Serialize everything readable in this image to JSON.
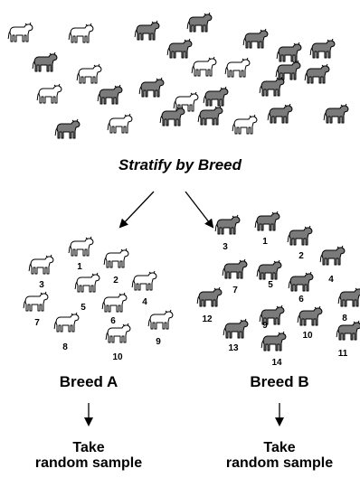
{
  "population": {
    "light_count": 9,
    "dark_count": 18
  },
  "step_title": "Stratify by Breed",
  "strata": [
    {
      "label": "Breed A",
      "shade": "light",
      "cow_numbers": [
        "1",
        "2",
        "3",
        "4",
        "5",
        "6",
        "7",
        "8",
        "9",
        "10"
      ]
    },
    {
      "label": "Breed B",
      "shade": "dark",
      "cow_numbers": [
        "1",
        "2",
        "3",
        "4",
        "5",
        "6",
        "7",
        "8",
        "9",
        "10",
        "11",
        "12",
        "13",
        "14"
      ]
    }
  ],
  "action_line1": "Take",
  "action_line2": "random sample",
  "colors": {
    "light_fill": "#ffffff",
    "dark_fill": "#7a7a7a",
    "stroke": "#000000"
  }
}
